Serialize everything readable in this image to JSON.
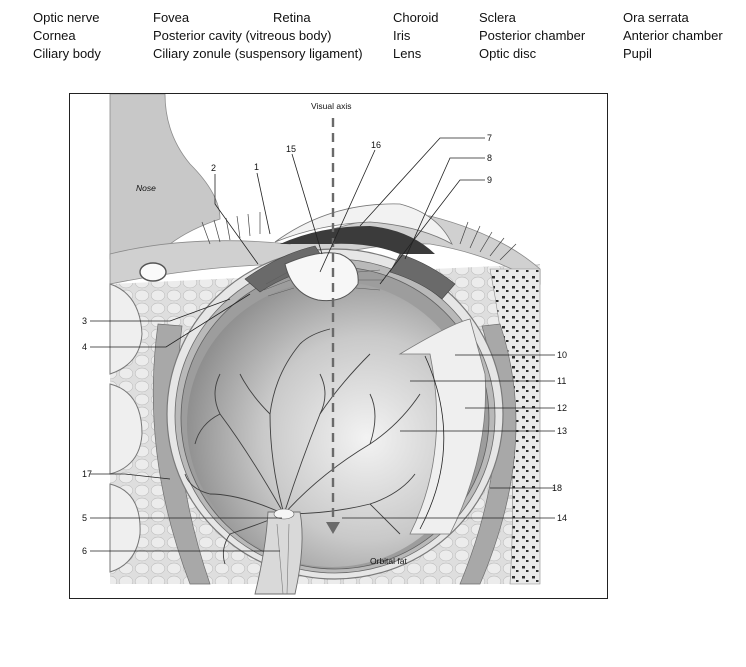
{
  "word_bank": [
    "Optic nerve",
    "Fovea",
    "Retina",
    "Choroid",
    "Sclera",
    "Ora serrata",
    "Cornea",
    "Posterior cavity (vitreous body)",
    "Iris",
    "Posterior chamber",
    "Anterior chamber",
    "Ciliary body",
    "Ciliary zonule (suspensory ligament)",
    "Lens",
    "Optic disc",
    "Pupil"
  ],
  "figure": {
    "axis_label": "Visual axis",
    "nose_label": "Nose",
    "fat_label": "Orbital fat",
    "callouts": [
      "1",
      "2",
      "3",
      "4",
      "5",
      "6",
      "7",
      "8",
      "9",
      "10",
      "11",
      "12",
      "13",
      "14",
      "15",
      "16",
      "17",
      "18"
    ]
  },
  "colors": {
    "tissue_light": "#e4e4e4",
    "tissue_mid": "#bdbdbd",
    "tissue_dark": "#6d6d6d",
    "vitreous": "#cfcfcf",
    "vessel": "#3c3c3c"
  }
}
